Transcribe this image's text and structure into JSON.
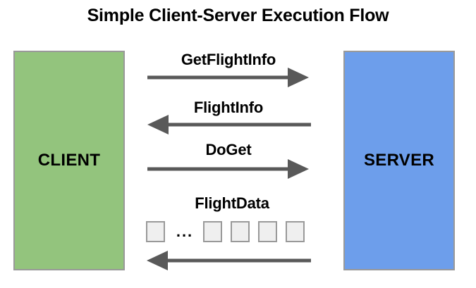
{
  "diagram": {
    "title": "Simple Client-Server Execution Flow",
    "type": "sequence-flow",
    "background_color": "#ffffff"
  },
  "actors": {
    "client": {
      "label": "CLIENT",
      "color": "#93c47d",
      "border_color": "#999999"
    },
    "server": {
      "label": "SERVER",
      "color": "#6d9eeb",
      "border_color": "#999999"
    }
  },
  "messages": [
    {
      "label": "GetFlightInfo",
      "direction": "client-to-server",
      "arrow_color": "#595959"
    },
    {
      "label": "FlightInfo",
      "direction": "server-to-client",
      "arrow_color": "#595959"
    },
    {
      "label": "DoGet",
      "direction": "client-to-server",
      "arrow_color": "#595959"
    },
    {
      "label": "FlightData",
      "direction": "server-to-client",
      "arrow_color": "#595959"
    }
  ],
  "data_stream": {
    "label": "FlightData",
    "ellipsis": "...",
    "packet_count": 5,
    "packet_fill": "#efefef",
    "packet_border": "#999999"
  }
}
